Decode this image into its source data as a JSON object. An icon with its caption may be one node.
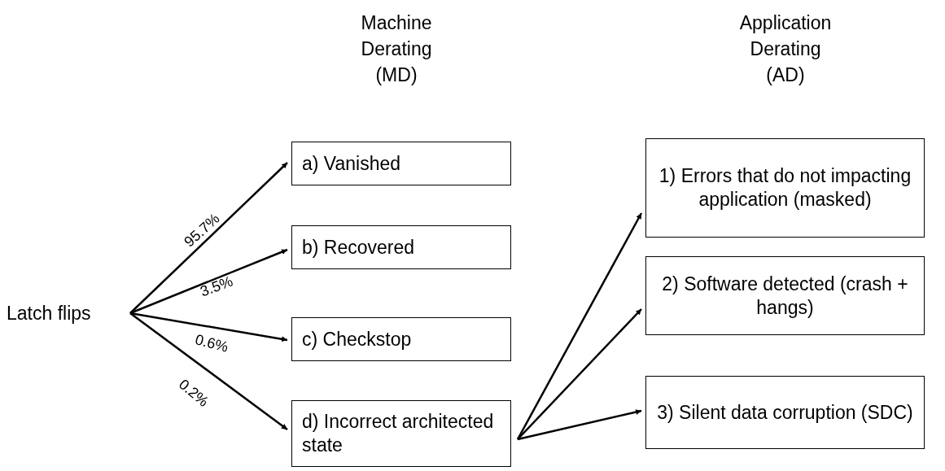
{
  "diagram": {
    "nodes": [
      {
        "text": [
          "Latch flips"
        ]
      },
      {
        "text": [
          "a) Vanished"
        ]
      },
      {
        "text": [
          "b) Recovered"
        ]
      },
      {
        "text": [
          "c) Checkstop"
        ]
      },
      {
        "text": [
          "d) Incorrect architected state"
        ]
      },
      {
        "text": [
          "1) Errors that do not impacting application (masked)"
        ]
      },
      {
        "text": [
          "2) Software detected (crash + hangs)"
        ]
      },
      {
        "text": [
          "3) Silent data corruption (SDC)"
        ]
      }
    ],
    "edges": [
      {
        "from": 0,
        "to": 1,
        "arrow": "to",
        "label": "95.7%"
      },
      {
        "from": 0,
        "to": 2,
        "arrow": "to",
        "label": "3.5%"
      },
      {
        "from": 0,
        "to": 3,
        "arrow": "to",
        "label": "0.6%"
      },
      {
        "from": 0,
        "to": 4,
        "arrow": "to",
        "label": "0.2%"
      },
      {
        "from": 4,
        "to": 5,
        "arrow": "to"
      },
      {
        "from": 4,
        "to": 6,
        "arrow": "to"
      },
      {
        "from": 4,
        "to": 7,
        "arrow": "to"
      }
    ],
    "labels": [
      "Machine Derating (MD)",
      "Application Derating (AD)"
    ]
  }
}
